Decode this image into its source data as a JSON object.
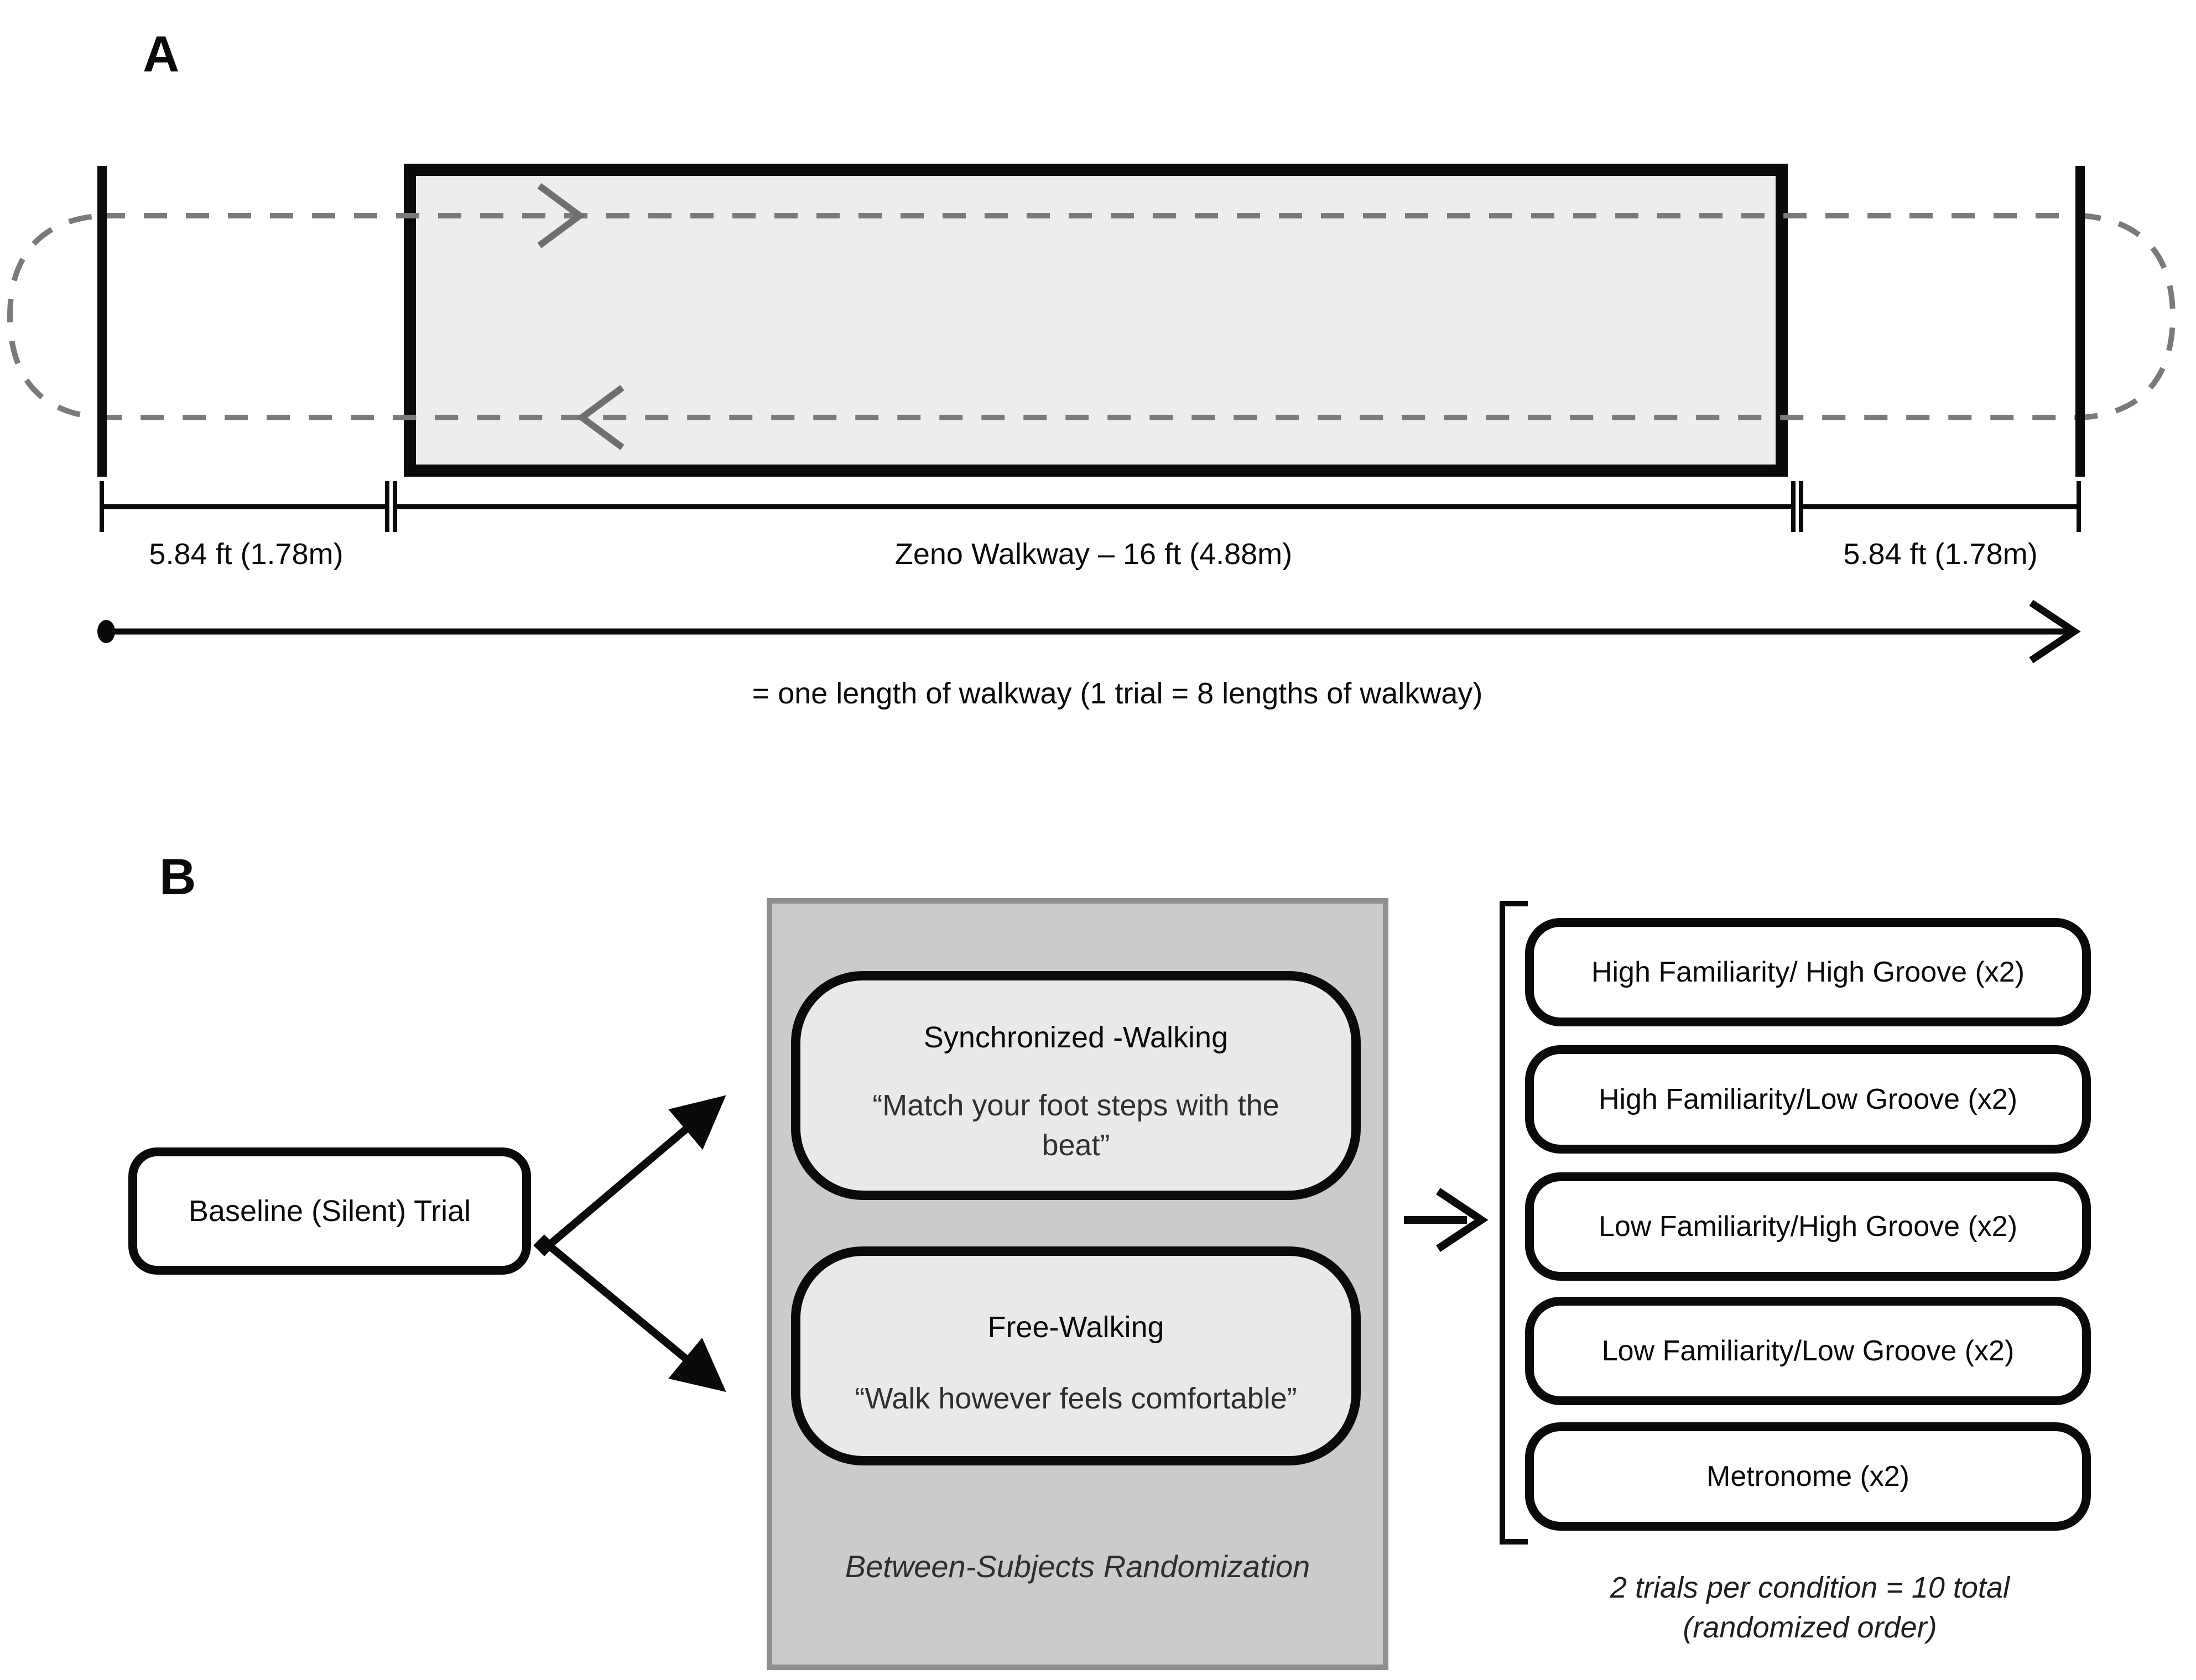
{
  "figure": {
    "panel_a": {
      "label": "A",
      "left_margin_label": "5.84 ft (1.78m)",
      "walkway_label": "Zeno Walkway – 16 ft (4.88m)",
      "right_margin_label": "5.84 ft (1.78m)",
      "legend_caption": "= one length of walkway (1 trial = 8 lengths of walkway)"
    },
    "panel_b": {
      "label": "B",
      "baseline_box_label": "Baseline (Silent) Trial",
      "randomization_group": {
        "caption": "Between-Subjects Randomization",
        "branches": [
          {
            "title": "Synchronized -Walking",
            "instruction": "“Match your foot steps with the beat”"
          },
          {
            "title": "Free-Walking",
            "instruction": "“Walk however feels comfortable”"
          }
        ]
      },
      "conditions": [
        "High Familiarity/ High Groove (x2)",
        "High Familiarity/Low Groove (x2)",
        "Low Familiarity/High Groove (x2)",
        "Low Familiarity/Low Groove (x2)",
        "Metronome (x2)"
      ],
      "conditions_note_line1": "2 trials per condition = 10 total",
      "conditions_note_line2": "(randomized order)"
    },
    "colors": {
      "ink": "#0a0a0a",
      "walkway_fill": "#ededed",
      "panel_fill": "#cbcbcb",
      "panel_border": "#8f8f8f",
      "branch_fill": "#e9e9e9",
      "dashed_path": "#7a7a7a"
    }
  }
}
